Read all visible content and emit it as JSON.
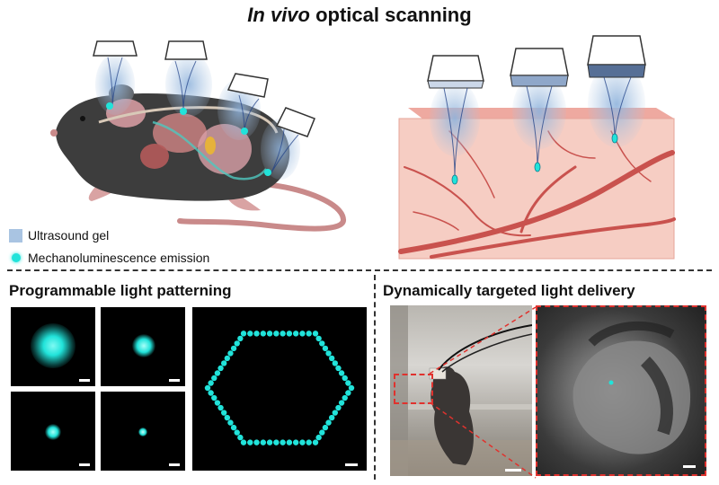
{
  "header": {
    "title_italic": "In vivo",
    "title_rest": " optical scanning"
  },
  "legend": {
    "items": [
      {
        "label": "Ultrasound gel",
        "color": "#a9c4e2",
        "shape": "square"
      },
      {
        "label": "Mechanoluminescence emission",
        "color": "#21e3da",
        "shape": "dot"
      }
    ]
  },
  "sections": {
    "left_title": "Programmable light patterning",
    "right_title": "Dynamically targeted light delivery"
  },
  "colors": {
    "emission": "#21e3da",
    "gel": "#a9c4e2",
    "tissue": "#f6cdc3",
    "vessel": "#c9524e",
    "mouse_body": "#3d3d3d",
    "dashed_box": "#e0322e"
  },
  "patterns": {
    "spot_sizes": [
      "large",
      "medium",
      "small",
      "tiny"
    ],
    "hexagon_dot_count": 66
  }
}
